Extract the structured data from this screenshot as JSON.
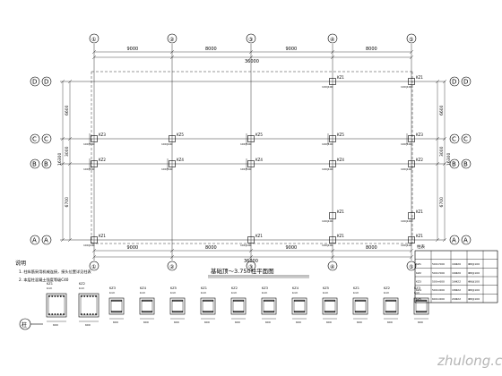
{
  "axes_top": [
    "①",
    "②",
    "③",
    "④",
    "⑤"
  ],
  "axes_left": [
    "D",
    "C",
    "B",
    "A"
  ],
  "axes_right": [
    "D",
    "C",
    "B",
    "A"
  ],
  "top_dims": [
    "9000",
    "8000",
    "9000",
    "8000"
  ],
  "top_total": "36000",
  "bottom_dims": [
    "9000",
    "8000",
    "9000",
    "8000"
  ],
  "bottom_total": "36000",
  "left_dims": [
    "6600",
    "3000",
    "6700"
  ],
  "right_dims": [
    "6600",
    "3000",
    "6700"
  ],
  "left_total": "16300",
  "right_total": "16300",
  "columns": {
    "row_D": [
      "KZ1",
      "KZ1"
    ],
    "row_C": [
      "KZ3",
      "KZ5",
      "KZ5",
      "KZ5",
      "KZ3"
    ],
    "row_B": [
      "KZ2",
      "KZ4",
      "KZ4",
      "KZ4",
      "KZ2"
    ],
    "row_A_mid": [
      "KZ1",
      "KZ1"
    ],
    "row_A": [
      "KZ1",
      "KZ1",
      "KZ1",
      "KZ1"
    ]
  },
  "plan_title": "基础顶～3.750柱平面图",
  "notes_title": "说明",
  "notes": [
    "1. 柱纵筋采用机械连接，接头位置详见柱表",
    "2. 本层柱混凝土强度等级C40"
  ],
  "table_header": "柱表",
  "table_rows": [
    [
      "KZ1",
      "500×500",
      "16Φ20",
      "Φ8@100"
    ],
    [
      "KZ2",
      "500×500",
      "16Φ20",
      "Φ8@100"
    ],
    [
      "KZ3",
      "500×600",
      "16Φ22",
      "Φ8@100"
    ],
    [
      "KZ4",
      "500×600",
      "18Φ22",
      "Φ8@100"
    ],
    [
      "KZ5",
      "600×600",
      "20Φ22",
      "Φ8@100"
    ]
  ],
  "sections": [
    "KZ1",
    "KZ2",
    "KZ3",
    "KZ4",
    "KZ5",
    "KZ1",
    "KZ2",
    "KZ3",
    "KZ4",
    "KZ5",
    "KZ1",
    "KZ2",
    "KZ3"
  ],
  "section_callout": "柱",
  "watermark": "zhulong.com"
}
